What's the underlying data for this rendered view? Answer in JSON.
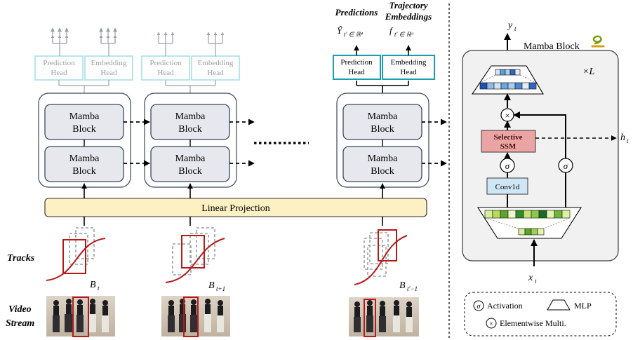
{
  "labels": {
    "predictions_title": "Predictions",
    "predictions_math": "Ŷ",
    "predictions_math_rest": "t′ ∈ ℝ⁴",
    "trajectory_title_1": "Trajectory",
    "trajectory_title_2": "Embeddings",
    "trajectory_math": "f",
    "trajectory_math_rest": "t′ ∈ ℝᵈ",
    "prediction_head_1": "Prediction",
    "prediction_head_2": "Head",
    "embedding_head_1": "Embedding",
    "embedding_head_2": "Head",
    "mamba_1": "Mamba",
    "mamba_2": "Block",
    "linear_projection": "Linear Projection",
    "tracks": "Tracks",
    "video_1": "Video",
    "video_2": "Stream",
    "b_t": "B",
    "b_t_sub": "t",
    "b_t1_sub": "t+1",
    "b_tp_sub": "t′−1"
  },
  "block": {
    "title": "Mamba Block",
    "repeat": "×L",
    "y_out": "y",
    "y_sub": "t",
    "x_in": "x",
    "x_sub": "t",
    "h_out": "h",
    "h_sub": "t",
    "selective_1": "Selective",
    "selective_2": "SSM",
    "conv": "Conv1d",
    "sigma": "σ",
    "times": "×"
  },
  "legend": {
    "activation": "Activation",
    "mlp": "MLP",
    "elementwise": "Elementwise Multi."
  },
  "colors": {
    "faded_head": "#a6dde6",
    "active_head": "#1b9cb3",
    "mamba_fill": "#e6e8ee",
    "linear_fill": "#fdf0c2",
    "ssm_fill": "#eaa4a4",
    "conv_fill": "#cfe7f5",
    "red": "#b51a1a"
  }
}
